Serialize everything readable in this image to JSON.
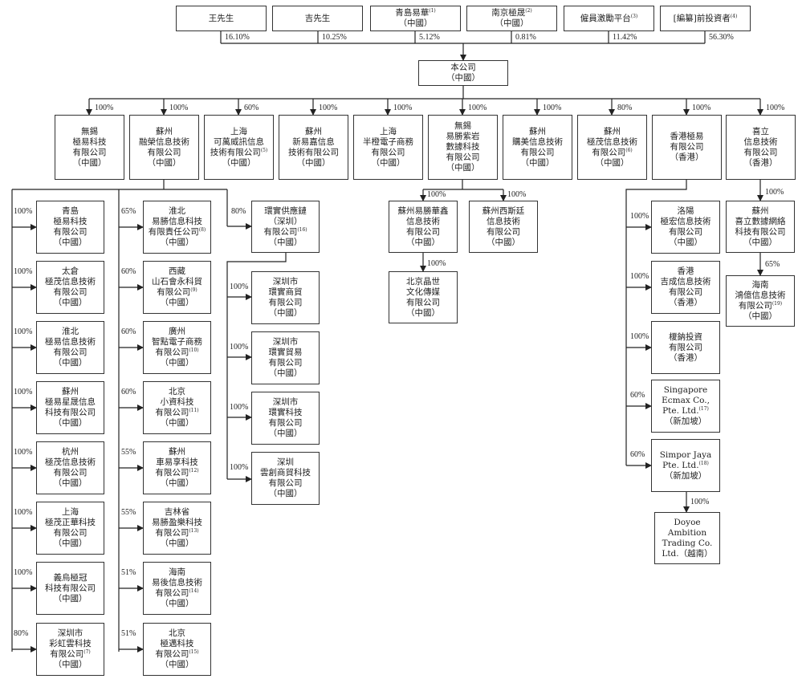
{
  "entities": {
    "s1": {
      "lines": [
        "王先生"
      ],
      "pct": "16.10%"
    },
    "s2": {
      "lines": [
        "吉先生"
      ],
      "pct": "10.25%"
    },
    "s3": {
      "lines": [
        "青島易華",
        "（中國）"
      ],
      "note": "(1)",
      "note_line": 0,
      "pct": "5.12%"
    },
    "s4": {
      "lines": [
        "南京極晟",
        "（中國）"
      ],
      "note": "(2)",
      "note_line": 0,
      "pct": "0.81%"
    },
    "s5": {
      "lines": [
        "僱員激勵平台"
      ],
      "note": "(3)",
      "note_line": 0,
      "pct": "11.42%"
    },
    "s6": {
      "lines": [
        "[編纂]前投資者"
      ],
      "note": "(4)",
      "note_line": 0,
      "pct": "56.30%"
    },
    "co": {
      "lines": [
        "本公司",
        "（中國）"
      ]
    },
    "l1": {
      "lines": [
        "無錫",
        "極易科技",
        "有限公司",
        "（中國）"
      ],
      "pct": "100%"
    },
    "l2": {
      "lines": [
        "蘇州",
        "融榮信息技術",
        "有限公司",
        "（中國）"
      ],
      "pct": "100%"
    },
    "l3": {
      "lines": [
        "上海",
        "可萬威訊信息",
        "技術有限公司",
        "（中國）"
      ],
      "note": "(5)",
      "note_line": 2,
      "pct": "60%"
    },
    "l4": {
      "lines": [
        "蘇州",
        "新易嘉信息",
        "技術有限公司",
        "（中國）"
      ],
      "pct": "100%"
    },
    "l5": {
      "lines": [
        "上海",
        "半橙電子商務",
        "有限公司",
        "（中國）"
      ],
      "pct": "100%"
    },
    "l6": {
      "lines": [
        "無錫",
        "易勝紫岩",
        "數據科技",
        "有限公司",
        "（中國）"
      ],
      "pct": "100%"
    },
    "l7": {
      "lines": [
        "蘇州",
        "購美信息技術",
        "有限公司",
        "（中國）"
      ],
      "pct": "100%"
    },
    "l8": {
      "lines": [
        "蘇州",
        "極茂信息技術",
        "有限公司",
        "（中國）"
      ],
      "note": "(6)",
      "note_line": 2,
      "pct": "80%"
    },
    "l9": {
      "lines": [
        "香港極易",
        "有限公司",
        "（香港）"
      ],
      "pct": "100%"
    },
    "l10": {
      "lines": [
        "喜立",
        "信息技術",
        "有限公司",
        "（香港）"
      ],
      "pct": "100%"
    },
    "a1": {
      "lines": [
        "青島",
        "極易科技",
        "有限公司",
        "（中國）"
      ],
      "pct": "100%"
    },
    "a2": {
      "lines": [
        "太倉",
        "極茂信息技術",
        "有限公司",
        "（中國）"
      ],
      "pct": "100%"
    },
    "a3": {
      "lines": [
        "淮北",
        "極易信息技術",
        "有限公司",
        "（中國）"
      ],
      "pct": "100%"
    },
    "a4": {
      "lines": [
        "蘇州",
        "極易星晟信息",
        "科技有限公司",
        "（中國）"
      ],
      "pct": "100%"
    },
    "a5": {
      "lines": [
        "杭州",
        "極茂信息技術",
        "有限公司",
        "（中國）"
      ],
      "pct": "100%"
    },
    "a6": {
      "lines": [
        "上海",
        "極茂正華科技",
        "有限公司",
        "（中國）"
      ],
      "pct": "100%"
    },
    "a7": {
      "lines": [
        "義烏極冠",
        "科技有限公司",
        "（中國）"
      ],
      "pct": "100%"
    },
    "a8": {
      "lines": [
        "深圳市",
        "彩虹雲科技",
        "有限公司",
        "（中國）"
      ],
      "note": "(7)",
      "note_line": 2,
      "pct": "80%"
    },
    "b1": {
      "lines": [
        "淮北",
        "易勝信息科技",
        "有限責任公司",
        "（中國）"
      ],
      "note": "(8)",
      "note_line": 2,
      "pct": "65%"
    },
    "b2": {
      "lines": [
        "西藏",
        "山石會永科貿",
        "有限公司",
        "（中國）"
      ],
      "note": "(9)",
      "note_line": 2,
      "pct": "60%"
    },
    "b3": {
      "lines": [
        "廣州",
        "智點電子商務",
        "有限公司",
        "（中國）"
      ],
      "note": "(10)",
      "note_line": 2,
      "pct": "60%"
    },
    "b4": {
      "lines": [
        "北京",
        "小資科技",
        "有限公司",
        "（中國）"
      ],
      "note": "(11)",
      "note_line": 2,
      "pct": "60%"
    },
    "b5": {
      "lines": [
        "蘇州",
        "車易享科技",
        "有限公司",
        "（中國）"
      ],
      "note": "(12)",
      "note_line": 2,
      "pct": "55%"
    },
    "b6": {
      "lines": [
        "吉林省",
        "易勝盈樂科技",
        "有限公司",
        "（中國）"
      ],
      "note": "(13)",
      "note_line": 2,
      "pct": "55%"
    },
    "b7": {
      "lines": [
        "海南",
        "易後信息技術",
        "有限公司",
        "（中國）"
      ],
      "note": "(14)",
      "note_line": 2,
      "pct": "51%"
    },
    "b8": {
      "lines": [
        "北京",
        "極邁科技",
        "有限公司",
        "（中國）"
      ],
      "note": "(15)",
      "note_line": 2,
      "pct": "51%"
    },
    "h1": {
      "lines": [
        "環實供應鏈",
        "（深圳）",
        "有限公司",
        "（中國）"
      ],
      "note": "(16)",
      "note_line": 2,
      "pct": "80%"
    },
    "h2": {
      "lines": [
        "深圳市",
        "環實商貿",
        "有限公司",
        "（中國）"
      ],
      "pct": "100%"
    },
    "h3": {
      "lines": [
        "深圳市",
        "環實貿易",
        "有限公司",
        "（中國）"
      ],
      "pct": "100%"
    },
    "h4": {
      "lines": [
        "深圳市",
        "環實科技",
        "有限公司",
        "（中國）"
      ],
      "pct": "100%"
    },
    "h5": {
      "lines": [
        "深圳",
        "雲創商貿科技",
        "有限公司",
        "（中國）"
      ],
      "pct": "100%"
    },
    "w1": {
      "lines": [
        "蘇州易勝華鑫",
        "信息技術",
        "有限公司",
        "（中國）"
      ],
      "pct": "100%"
    },
    "w2": {
      "lines": [
        "蘇州西斯廷",
        "信息技術",
        "有限公司",
        "（中國）"
      ],
      "pct": "100%"
    },
    "w3": {
      "lines": [
        "北京晶世",
        "文化傳媒",
        "有限公司",
        "（中國）"
      ],
      "pct": "100%"
    },
    "k1": {
      "lines": [
        "洛陽",
        "極宏信息技術",
        "有限公司",
        "（中國）"
      ],
      "pct": "100%"
    },
    "k2": {
      "lines": [
        "香港",
        "吉成信息技術",
        "有限公司",
        "（香港）"
      ],
      "pct": "100%"
    },
    "k3": {
      "lines": [
        "榎鈉投資",
        "有限公司",
        "（香港）"
      ],
      "pct": "100%"
    },
    "k4": {
      "lines": [
        "Singapore",
        "Ecmax Co.,",
        "Pte. Ltd.",
        "（新加坡）"
      ],
      "note": "(17)",
      "note_line": 2,
      "pct": "60%"
    },
    "k5": {
      "lines": [
        "Simpor Jaya",
        "Pte. Ltd.",
        "（新加坡）"
      ],
      "note": "(18)",
      "note_line": 1,
      "pct": "60%"
    },
    "k6": {
      "lines": [
        "Doyoe",
        "Ambition",
        "Trading Co.",
        "Ltd.（越南）"
      ],
      "pct": "100%"
    },
    "x1": {
      "lines": [
        "蘇州",
        "喜立數據網絡",
        "科技有限公司",
        "（中國）"
      ],
      "pct": "100%"
    },
    "x2": {
      "lines": [
        "海南",
        "鴻億信息技術",
        "有限公司",
        "（中國）"
      ],
      "note": "(19)",
      "note_line": 2,
      "pct": "65%"
    }
  }
}
